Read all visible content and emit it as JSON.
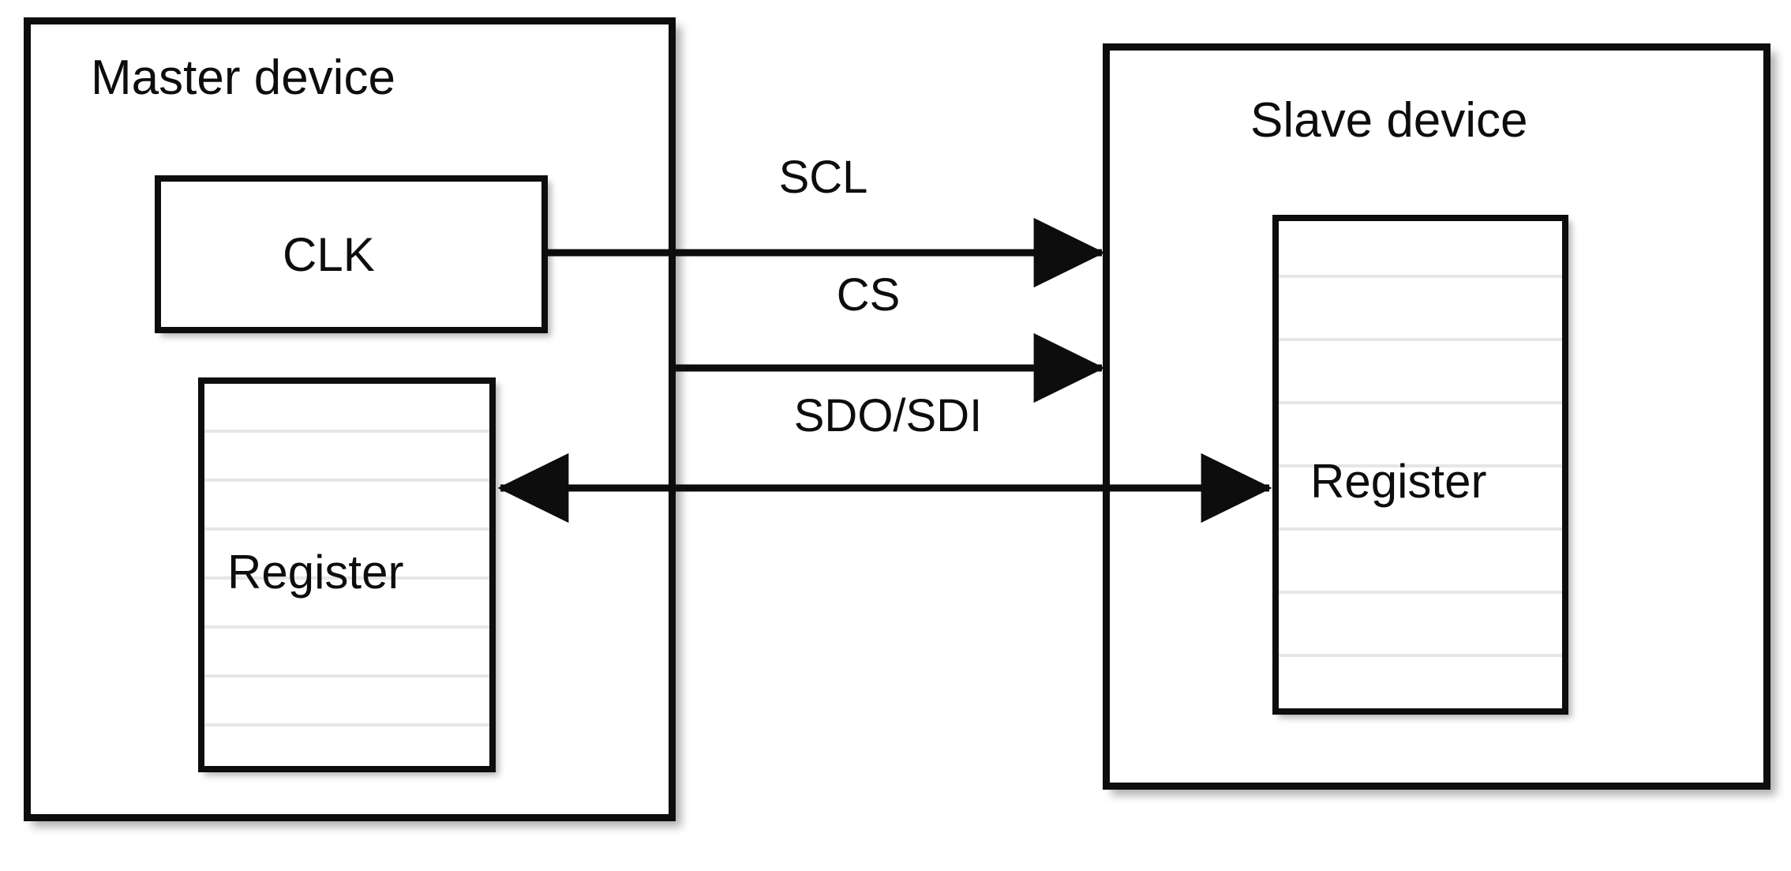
{
  "diagram": {
    "title_master": "Master device",
    "title_slave": "Slave device",
    "master": {
      "clk_label": "CLK",
      "register_label": "Register",
      "register_rows": 8
    },
    "slave": {
      "register_label": "Register",
      "register_rows": 8
    },
    "signals": [
      {
        "label": "SCL",
        "direction": "master-to-slave"
      },
      {
        "label": "CS",
        "direction": "master-to-slave"
      },
      {
        "label": "SDO/SDI",
        "direction": "bidirectional"
      }
    ],
    "colors": {
      "stroke": "#0d0d0d",
      "background": "#ffffff",
      "register_rule": "#e6e6e6"
    }
  }
}
